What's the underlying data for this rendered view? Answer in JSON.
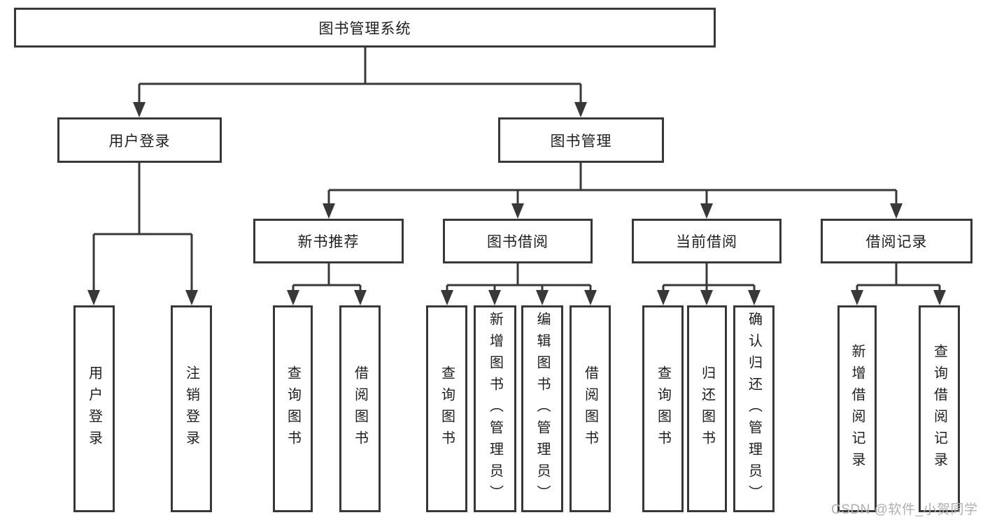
{
  "diagram_title": "图书管理系统",
  "tree": {
    "label": "图书管理系统",
    "children": [
      {
        "label": "用户登录",
        "children": [
          {
            "label": "用户登录"
          },
          {
            "label": "注销登录"
          }
        ]
      },
      {
        "label": "图书管理",
        "children": [
          {
            "label": "新书推荐",
            "children": [
              {
                "label": "查询图书"
              },
              {
                "label": "借阅图书"
              }
            ]
          },
          {
            "label": "图书借阅",
            "children": [
              {
                "label": "查询图书"
              },
              {
                "label": "新增图书（管理员）"
              },
              {
                "label": "编辑图书（管理员）"
              },
              {
                "label": "借阅图书"
              }
            ]
          },
          {
            "label": "当前借阅",
            "children": [
              {
                "label": "查询图书"
              },
              {
                "label": "归还图书"
              },
              {
                "label": "确认归还（管理员）"
              }
            ]
          },
          {
            "label": "借阅记录",
            "children": [
              {
                "label": "新增借阅记录"
              },
              {
                "label": "查询借阅记录"
              }
            ]
          }
        ]
      }
    ]
  },
  "watermark": {
    "text": "CSDN @软件_小贺同学"
  },
  "colors": {
    "line": "#383838",
    "box_border": "#383838",
    "box_fill": "#ffffff",
    "text": "#1e1e1e",
    "watermark": "#b0b0b0",
    "background": "#ffffff"
  }
}
